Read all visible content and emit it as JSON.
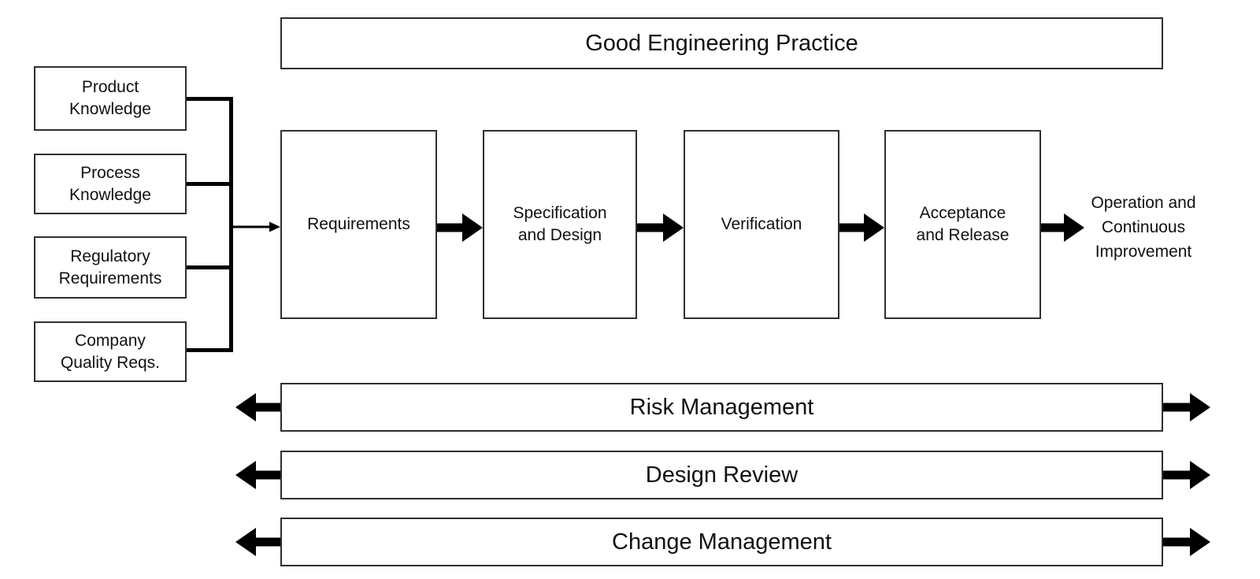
{
  "diagram": {
    "top_banner": {
      "label": "Good Engineering Practice"
    },
    "inputs": [
      {
        "lines": [
          "Product",
          "Knowledge"
        ]
      },
      {
        "lines": [
          "Process",
          "Knowledge"
        ]
      },
      {
        "lines": [
          "Regulatory",
          "Requirements"
        ]
      },
      {
        "lines": [
          "Company",
          "Quality Reqs."
        ]
      }
    ],
    "process_steps": [
      {
        "lines": [
          "Requirements"
        ]
      },
      {
        "lines": [
          "Specification",
          "and Design"
        ]
      },
      {
        "lines": [
          "Verification"
        ]
      },
      {
        "lines": [
          "Acceptance",
          "and Release"
        ]
      }
    ],
    "outcome": {
      "lines": [
        "Operation and",
        "Continuous",
        "Improvement"
      ]
    },
    "bottom_banners": [
      {
        "label": "Risk Management"
      },
      {
        "label": "Design Review"
      },
      {
        "label": "Change Management"
      }
    ],
    "icons": {
      "flow_arrow": "thick-right-arrow",
      "merge_arrow": "thin-right-arrow",
      "banner_arrows": "outward-left-and-right-arrows"
    },
    "colors": {
      "background": "#ffffff",
      "box_border": "#2f2f2f",
      "line": "#000000",
      "text": "#111111"
    }
  }
}
